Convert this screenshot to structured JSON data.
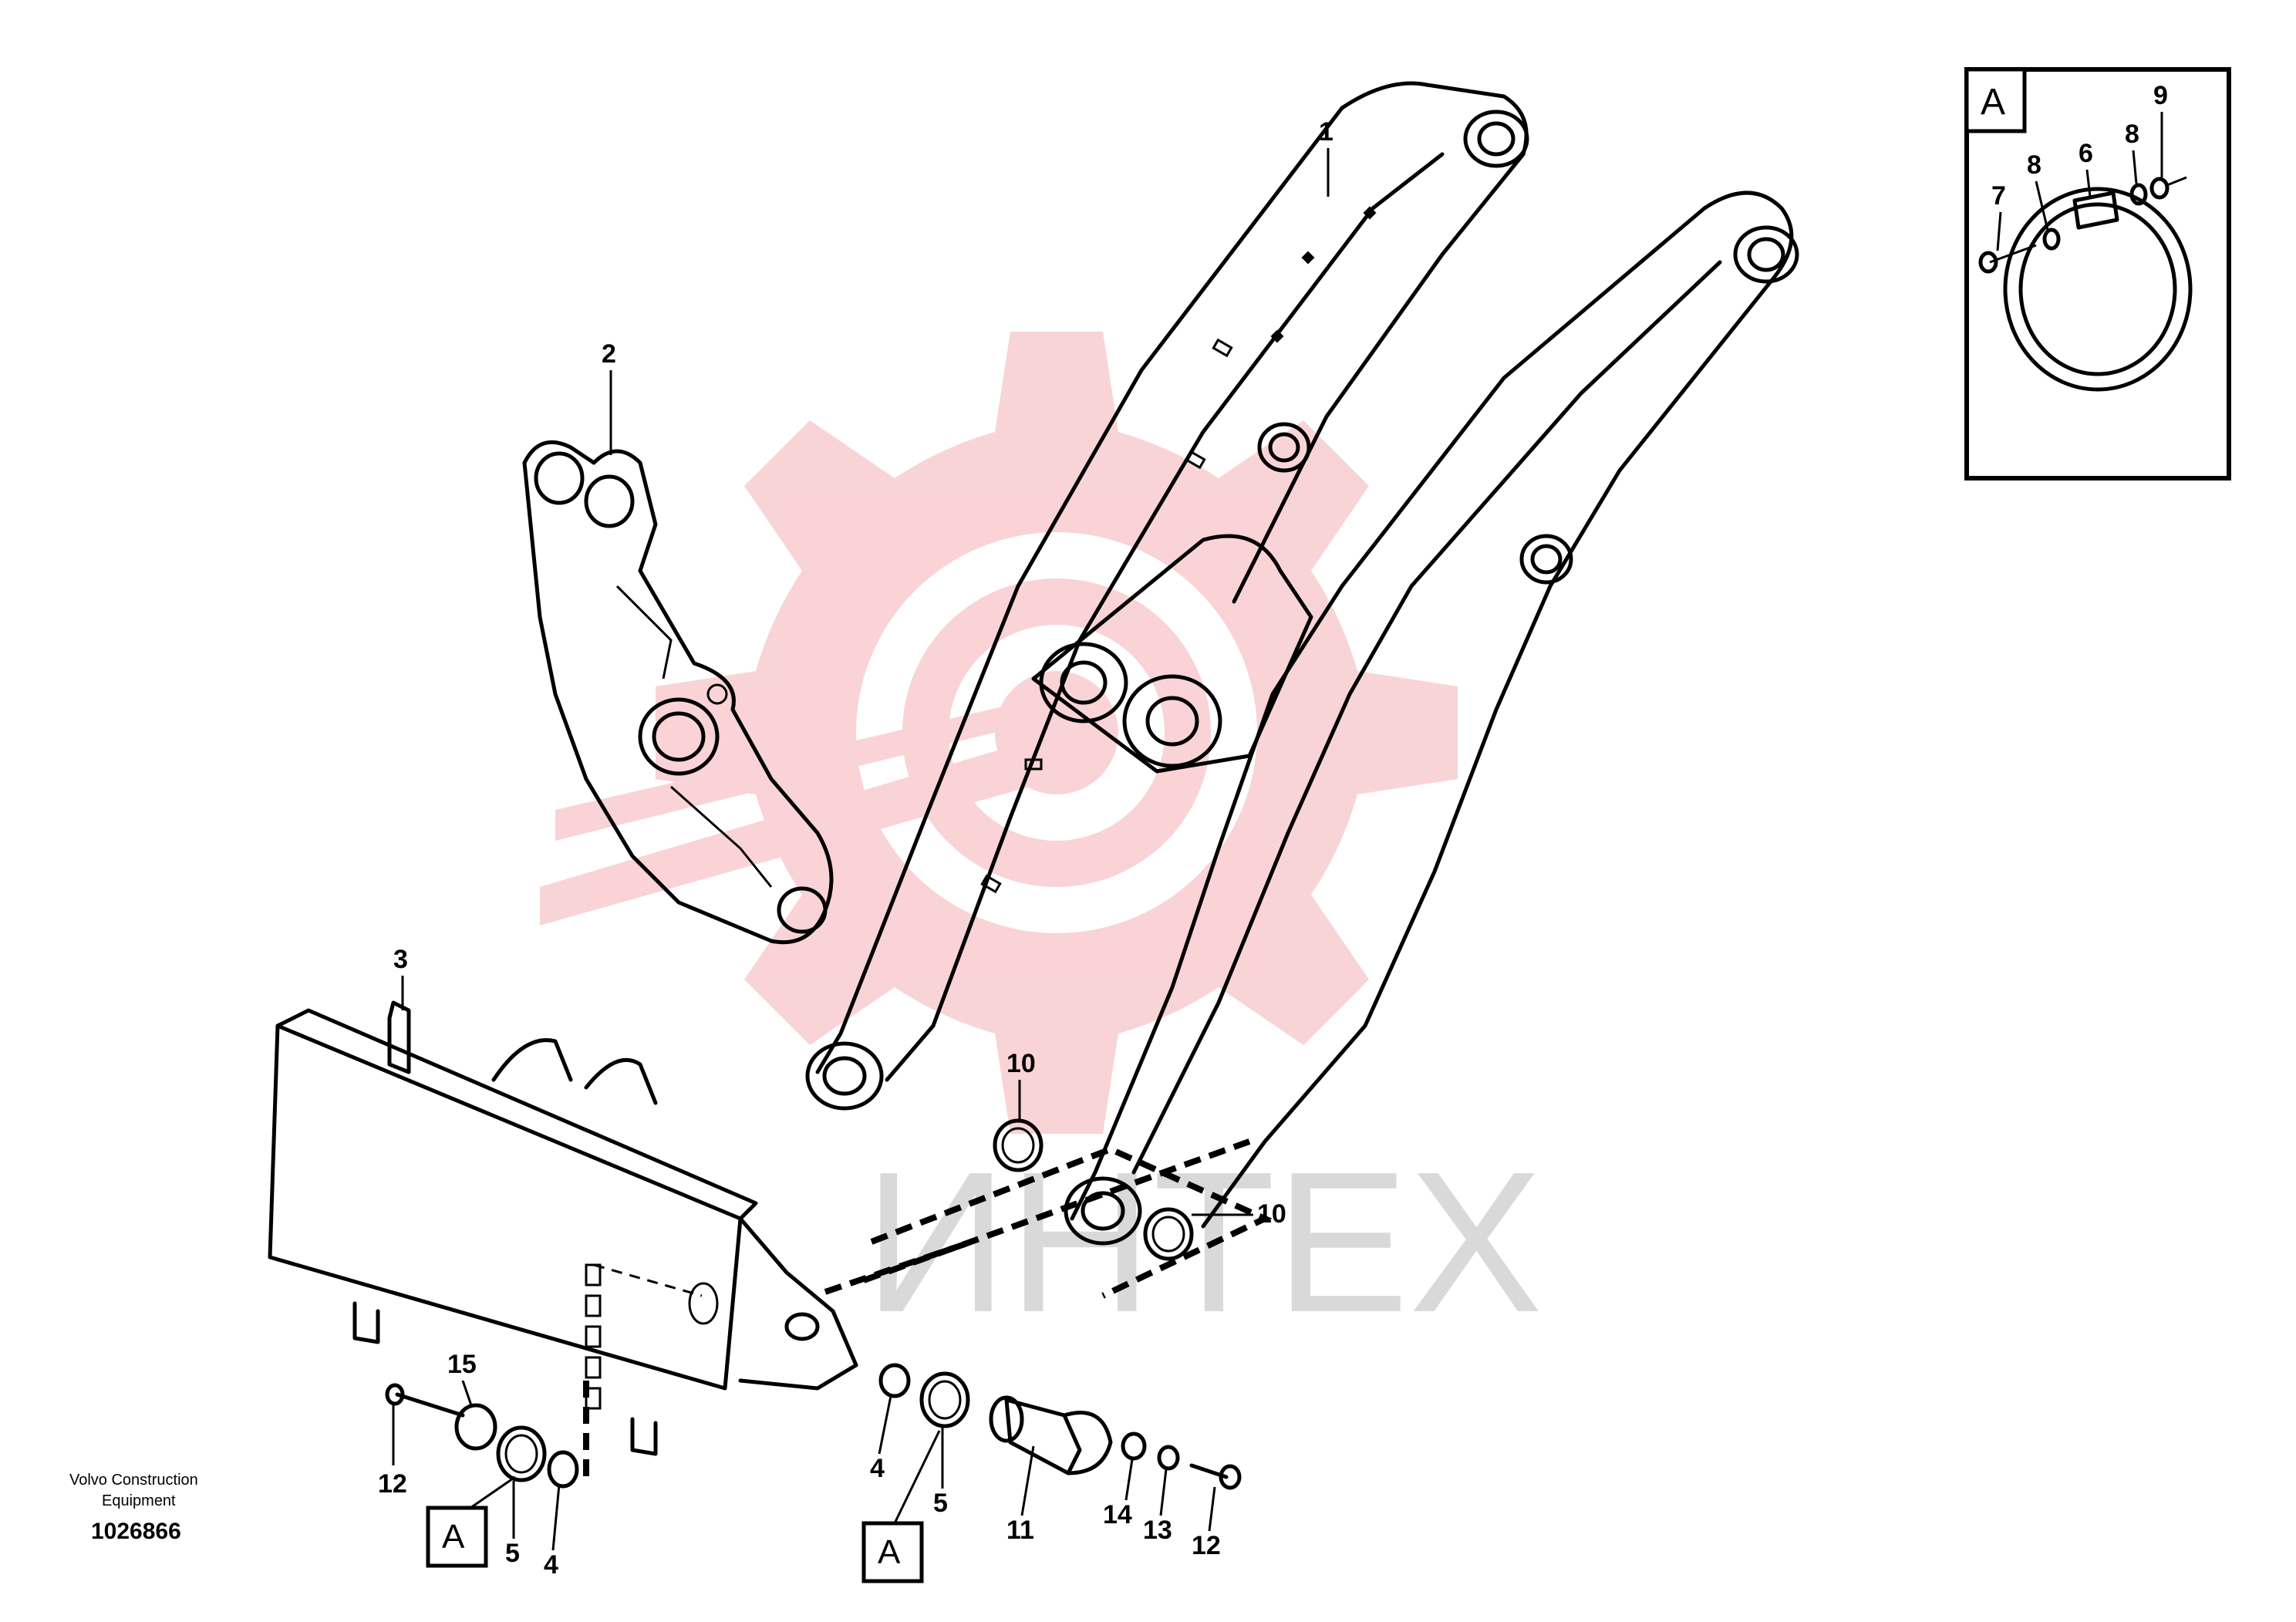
{
  "watermark": {
    "text": "ИНТЕХ",
    "gear_color": "#f8c9cc",
    "text_color": "#d9d9d9"
  },
  "inset": {
    "label": "A",
    "callouts": [
      "9",
      "8",
      "6",
      "8",
      "7"
    ]
  },
  "callouts": {
    "c1": "1",
    "c2": "2",
    "c3": "3",
    "c10a": "10",
    "c10b": "10",
    "c15": "15",
    "c12a": "12",
    "c5a": "5",
    "c4a": "4",
    "c4b": "4",
    "c5b": "5",
    "c11": "11",
    "c14": "14",
    "c13": "13",
    "c12b": "12"
  },
  "section_markers": {
    "left": "A",
    "right": "A"
  },
  "footer": {
    "credit_line1": "Volvo Construction",
    "credit_line2": "Equipment",
    "doc_number": "1026866"
  }
}
